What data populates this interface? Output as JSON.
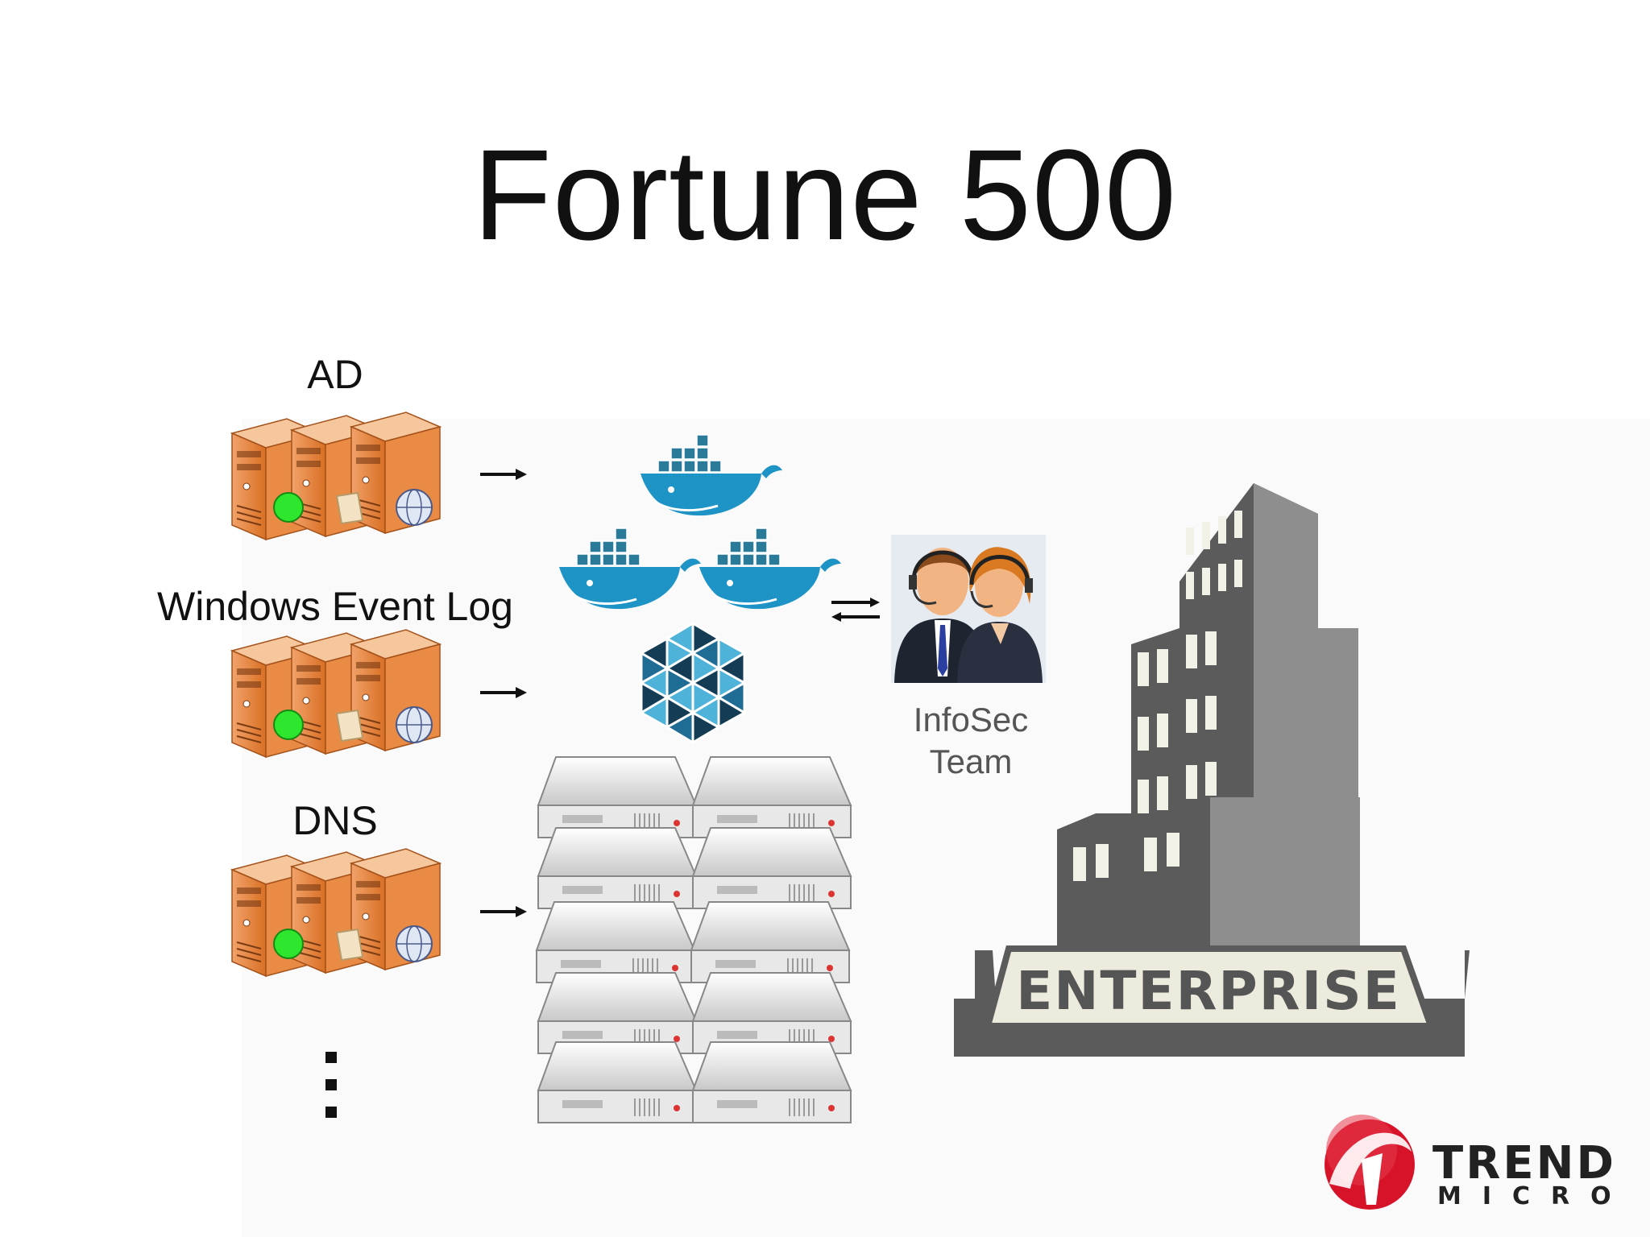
{
  "title": "Fortune 500",
  "sources": [
    {
      "label": "AD",
      "icon": "server-cluster-icon"
    },
    {
      "label": "Windows Event Log",
      "icon": "server-cluster-icon"
    },
    {
      "label": "DNS",
      "icon": "server-cluster-icon"
    }
  ],
  "center": {
    "icons": [
      "docker-whale-icon",
      "docker-whale-icon",
      "docker-whale-icon",
      "hexagon-cluster-icon",
      "rack-server-icon"
    ]
  },
  "infosec": {
    "line1": "InfoSec",
    "line2": "Team",
    "icon": "support-team-icon"
  },
  "enterprise": {
    "label": "ENTERPRISE",
    "icon": "enterprise-building-icon"
  },
  "logo": {
    "line1": "TREND",
    "line2": "MICRO",
    "tm": "™"
  },
  "colors": {
    "server_orange": "#e8843a",
    "docker_blue": "#1d93c6",
    "hex_dark": "#143d55",
    "hex_light": "#4fb3d9",
    "building_dark": "#5b5b5b",
    "building_light": "#8e8e8e",
    "trend_red": "#d7132a"
  }
}
